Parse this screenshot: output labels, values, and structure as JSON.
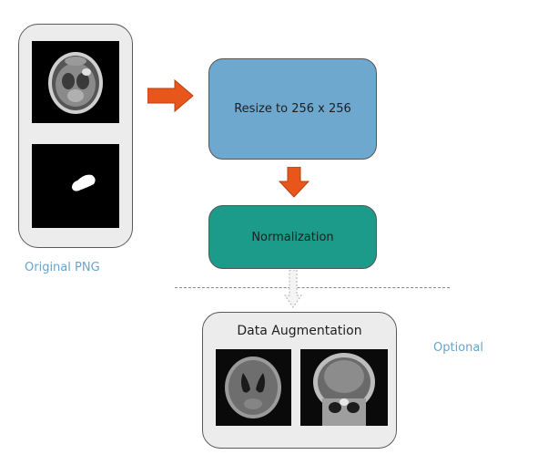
{
  "left_panel": {
    "caption": "Original PNG"
  },
  "resize_box": {
    "label": "Resize to 256 x 256",
    "color": "#6fa8cf"
  },
  "normalization_box": {
    "label": "Normalization",
    "color": "#1c9a8a"
  },
  "augmentation_panel": {
    "title": "Data Augmentation",
    "note": "Optional"
  },
  "icons": {
    "arrow_right": "orange-arrow-right-icon",
    "arrow_down": "orange-arrow-down-icon",
    "arrow_dashed": "gray-dashed-arrow-down-icon"
  },
  "colors": {
    "arrow": "#e8561c",
    "panel_bg": "#ececec",
    "caption": "#6aa3c9"
  }
}
